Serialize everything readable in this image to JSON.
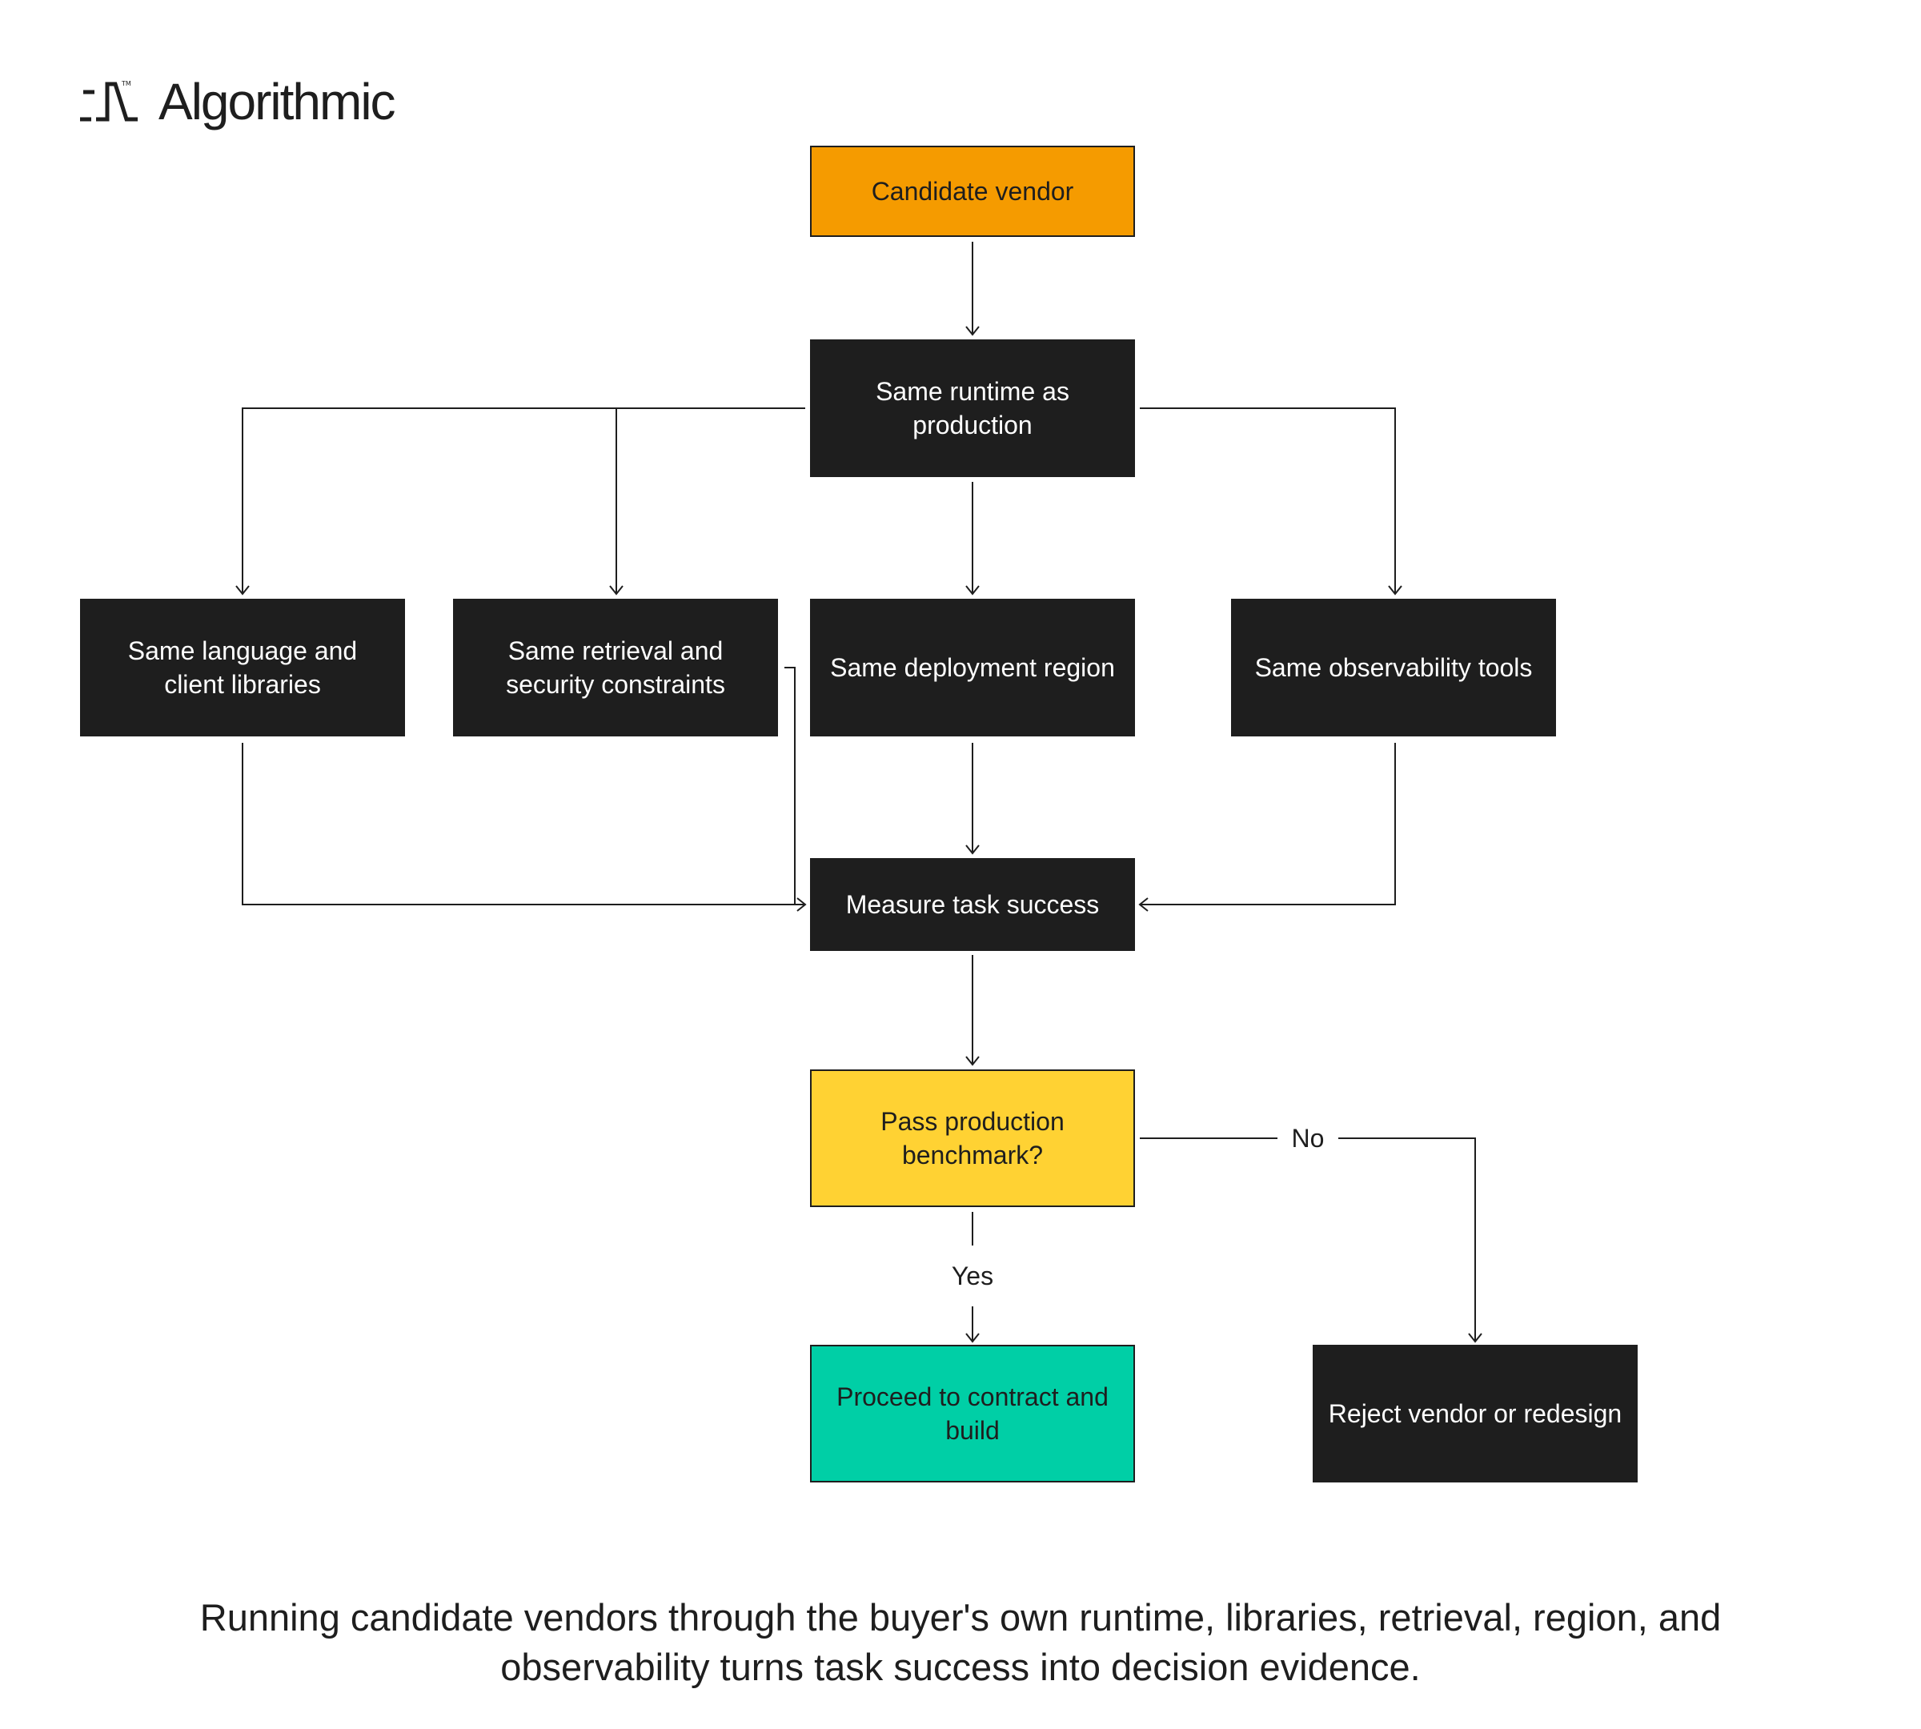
{
  "brand": {
    "name": "Algorithmic",
    "logo_icon": "algorithmic-logo-icon"
  },
  "nodes": {
    "candidate_vendor": "Candidate vendor",
    "same_runtime": "Same runtime as production",
    "same_language": "Same language and client libraries",
    "same_retrieval": "Same retrieval and security constraints",
    "same_region": "Same deployment region",
    "same_observability": "Same observability tools",
    "measure_success": "Measure task success",
    "pass_benchmark": "Pass production benchmark?",
    "proceed": "Proceed to contract and build",
    "reject": "Reject vendor or redesign"
  },
  "edge_labels": {
    "yes": "Yes",
    "no": "No"
  },
  "colors": {
    "dark_node": "#1e1e1e",
    "start_node": "#f59b00",
    "decision_node": "#ffd233",
    "success_node": "#00cfa6",
    "line": "#1e1e1e"
  },
  "caption": "Running candidate vendors through the buyer's own runtime, libraries, retrieval, region, and observability turns task success into decision evidence."
}
